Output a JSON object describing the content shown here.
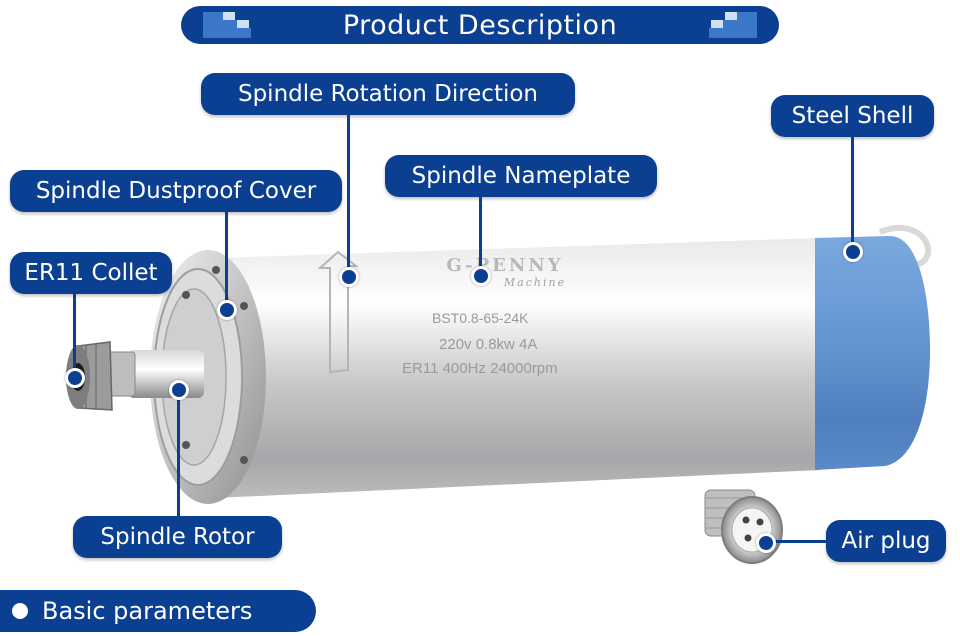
{
  "header": {
    "title": "Product Description"
  },
  "callouts": {
    "rotation_direction": "Spindle Rotation Direction",
    "steel_shell": "Steel Shell",
    "dustproof_cover": "Spindle Dustproof Cover",
    "nameplate": "Spindle Nameplate",
    "collet": "ER11 Collet",
    "rotor": "Spindle Rotor",
    "air_plug": "Air plug"
  },
  "nameplate": {
    "brand": "G-PENNY",
    "subtitle": "Machine",
    "model": "BST0.8-65-24K",
    "power": "220v 0.8kw 4A",
    "spec": "ER11 400Hz 24000rpm"
  },
  "footer": {
    "basic_parameters": "Basic parameters"
  },
  "colors": {
    "accent": "#0b3f91",
    "shell_blue": "#5a8fd0"
  }
}
